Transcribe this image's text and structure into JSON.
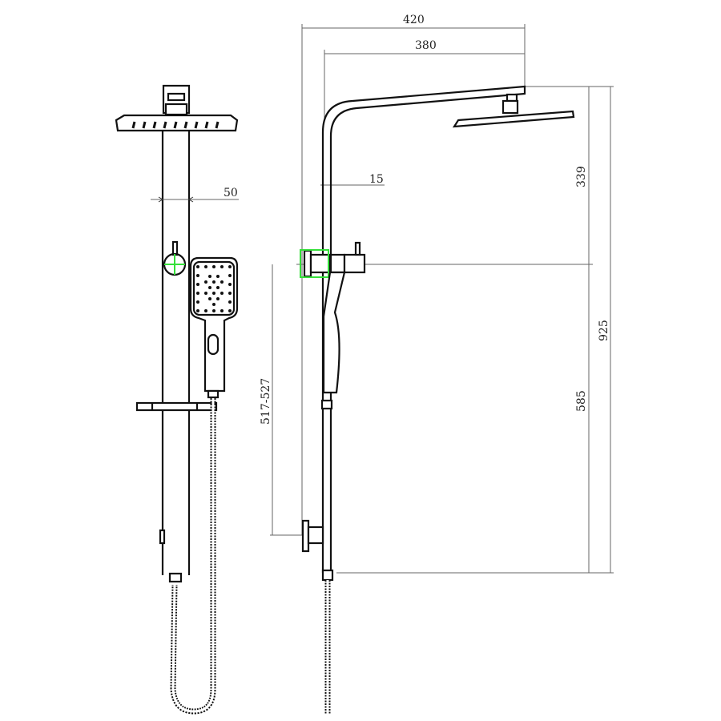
{
  "title": "Shower rail technical drawing",
  "dimensions": {
    "overall_width": "420",
    "arm_reach": "380",
    "rail_diameter": "15",
    "front_width": "50",
    "head_to_slider": "339",
    "slider_to_bottom": "585",
    "total_height": "925",
    "bracket_spacing": "517-527"
  },
  "colors": {
    "line": "#111111",
    "dimension": "#666666",
    "highlight": "#35e03a"
  }
}
